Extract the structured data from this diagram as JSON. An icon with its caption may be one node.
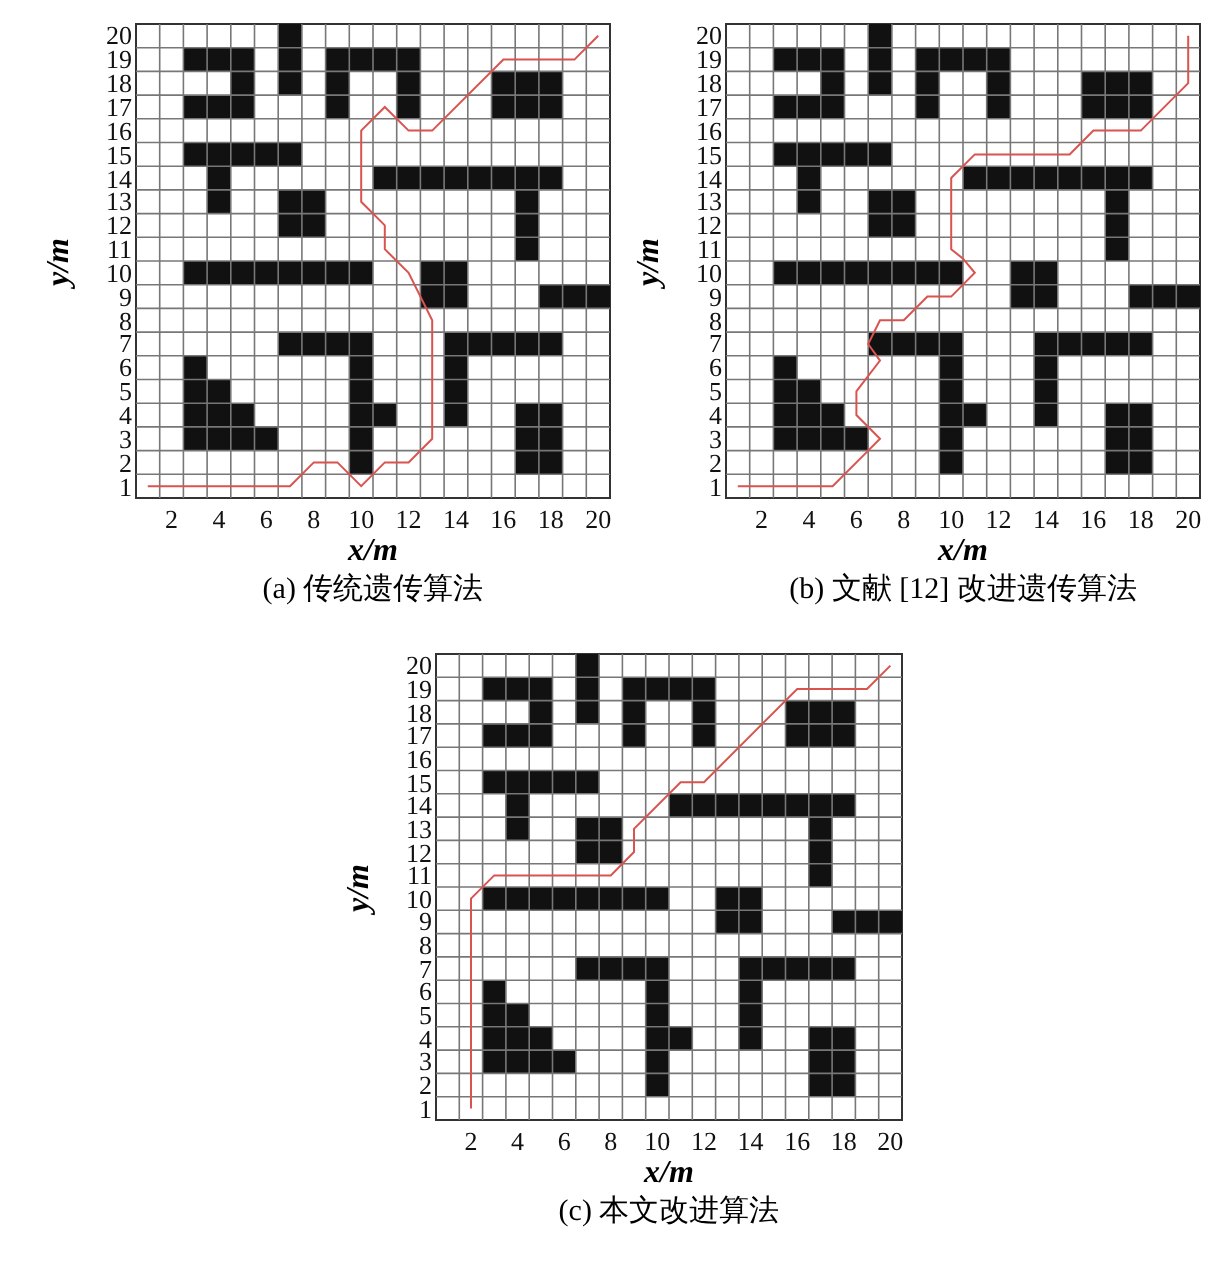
{
  "diagram": {
    "labels": [
      "20",
      "19",
      "18",
      "17",
      "16",
      "15",
      "14",
      "13",
      "12",
      "11",
      "10",
      "9",
      "8",
      "7",
      "6",
      "5",
      "4",
      "3",
      "2",
      "1",
      "y/m",
      "2",
      "4",
      "6",
      "8",
      "10",
      "12",
      "14",
      "16",
      "18",
      "20",
      "x/m",
      "(a) 传统遗传算法",
      "20",
      "19",
      "18",
      "17",
      "16",
      "15",
      "14",
      "13",
      "12",
      "11",
      "10",
      "9",
      "8",
      "7",
      "6",
      "5",
      "4",
      "3",
      "2",
      "1",
      "y/m",
      "2",
      "4",
      "6",
      "8",
      "10",
      "12",
      "14",
      "16",
      "18",
      "20",
      "x/m",
      "(b) 文献 [12] 改进遗传算法",
      "20",
      "19",
      "18",
      "17",
      "16",
      "15",
      "14",
      "13",
      "12",
      "11",
      "10",
      "9",
      "8",
      "7",
      "6",
      "5",
      "4",
      "3",
      "2",
      "1",
      "y/m",
      "2",
      "4",
      "6",
      "8",
      "10",
      "12",
      "14",
      "16",
      "18",
      "20",
      "x/m",
      "(c) 本文改进算法"
    ]
  }
}
